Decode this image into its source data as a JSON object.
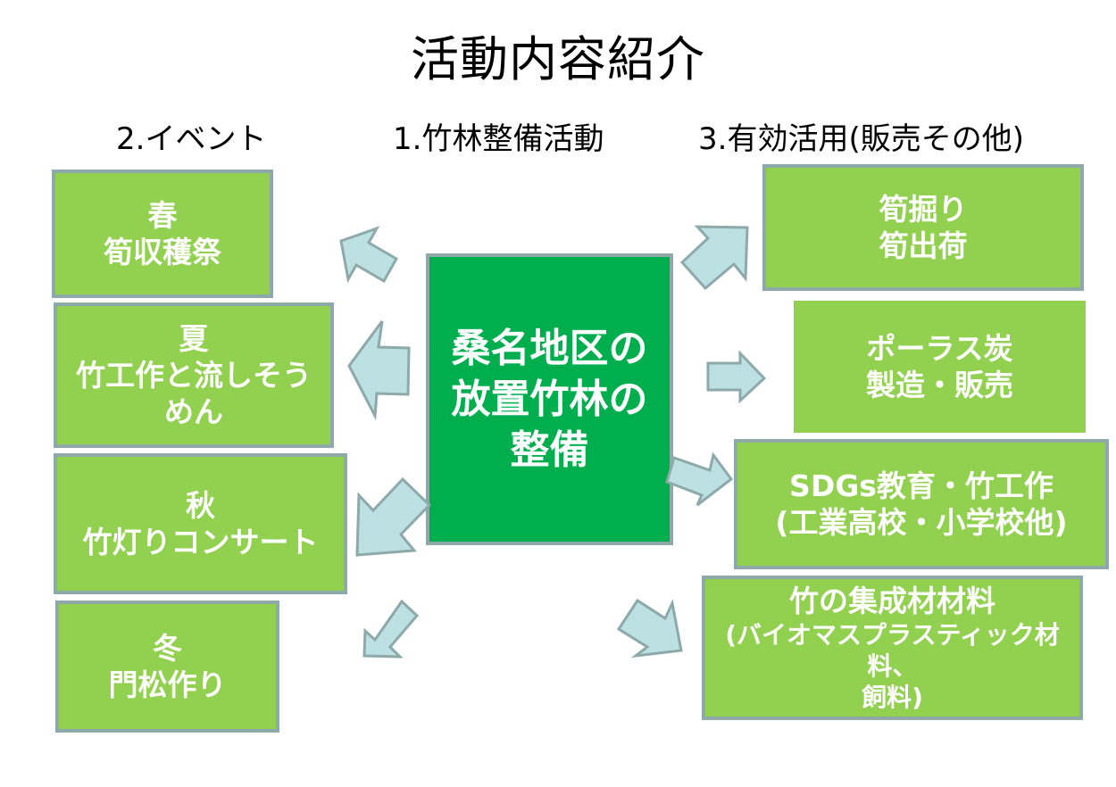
{
  "title": "活動内容紹介",
  "columns": {
    "events": "2.イベント",
    "maintenance": "1.竹林整備活動",
    "utilization": "3.有効活用(販売その他)"
  },
  "center": {
    "text": "桑名地区の\n放置竹林の\n整備"
  },
  "events": [
    {
      "season": "春",
      "text": "春\n筍収穫祭"
    },
    {
      "season": "夏",
      "text": "夏\n竹工作と流しそう\nめん"
    },
    {
      "season": "秋",
      "text": "秋\n竹灯りコンサート"
    },
    {
      "season": "冬",
      "text": "冬\n門松作り"
    }
  ],
  "utilization": [
    {
      "text": "筍掘り\n筍出荷"
    },
    {
      "text": "ポーラス炭\n製造・販売"
    },
    {
      "text": "SDGs教育・竹工作\n(工業高校・小学校他)"
    },
    {
      "title": "竹の集成材材料",
      "text": "(バイオマスプラスティック材料、\n飼料)"
    }
  ],
  "colors": {
    "box_fill": "#92d050",
    "center_fill": "#00ae4e",
    "border": "#8ea9a9",
    "arrow_fill": "#bde0e3"
  }
}
